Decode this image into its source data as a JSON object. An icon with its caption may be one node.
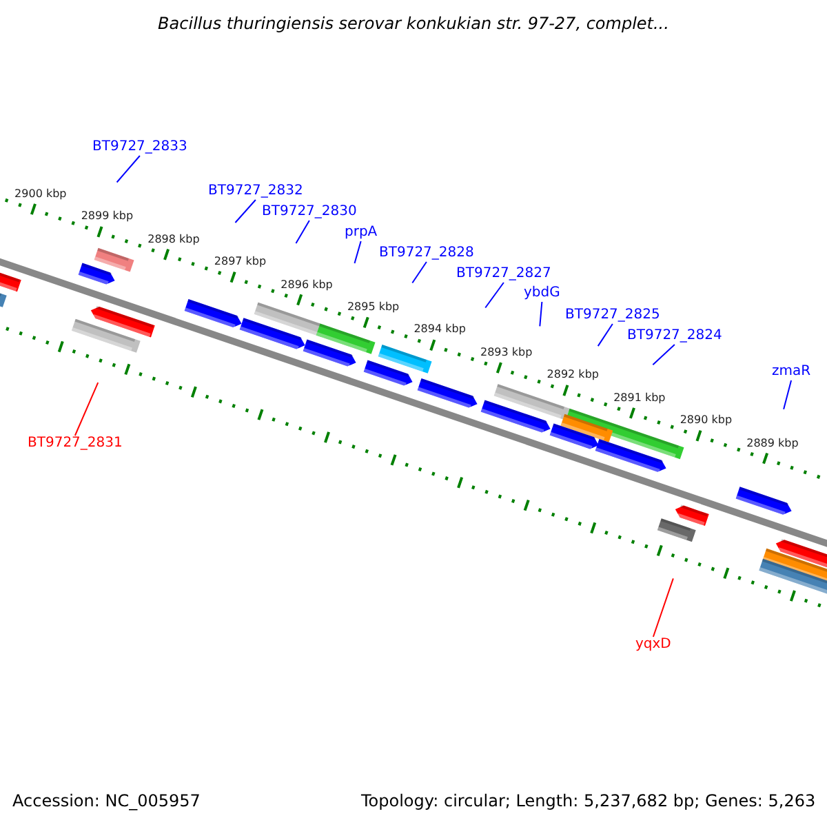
{
  "diagram": {
    "title": "Bacillus thuringiensis serovar konkukian str. 97-27, complet...",
    "nodes": [
      {
        "text": [
          "BT9727_2833"
        ]
      },
      {
        "text": [
          "BT9727_2832"
        ]
      },
      {
        "text": [
          "BT9727_2830"
        ]
      },
      {
        "text": [
          "prpA"
        ]
      },
      {
        "text": [
          "BT9727_2828"
        ]
      },
      {
        "text": [
          "BT9727_2827"
        ]
      },
      {
        "text": [
          "ybdG"
        ]
      },
      {
        "text": [
          "BT9727_2825"
        ]
      },
      {
        "text": [
          "BT9727_2824"
        ]
      },
      {
        "text": [
          "zmaR"
        ]
      },
      {
        "text": [
          "BT9727_2831"
        ]
      },
      {
        "text": [
          "yqxD"
        ]
      }
    ],
    "edges": [
      {
        "from": 0,
        "to": null,
        "arrow": "none"
      },
      {
        "from": 1,
        "to": null,
        "arrow": "none"
      },
      {
        "from": 2,
        "to": null,
        "arrow": "none"
      },
      {
        "from": 3,
        "to": null,
        "arrow": "none"
      },
      {
        "from": 4,
        "to": null,
        "arrow": "none"
      },
      {
        "from": 5,
        "to": null,
        "arrow": "none"
      },
      {
        "from": 6,
        "to": null,
        "arrow": "none"
      },
      {
        "from": 7,
        "to": null,
        "arrow": "none"
      },
      {
        "from": 8,
        "to": null,
        "arrow": "none"
      },
      {
        "from": 9,
        "to": null,
        "arrow": "none"
      },
      {
        "from": 10,
        "to": null,
        "arrow": "none",
        "color": "#ff0000"
      },
      {
        "from": 11,
        "to": null,
        "arrow": "none",
        "color": "#ff0000"
      }
    ],
    "labels": [
      "2900 kbp",
      "2899 kbp",
      "2898 kbp",
      "2897 kbp",
      "2896 kbp",
      "2895 kbp",
      "2894 kbp",
      "2893 kbp",
      "2892 kbp",
      "2891 kbp",
      "2890 kbp",
      "2889 kbp",
      "Accession: NC_005957",
      "Topology: circular; Length: 5,237,682 bp; Genes: 5,263"
    ]
  }
}
